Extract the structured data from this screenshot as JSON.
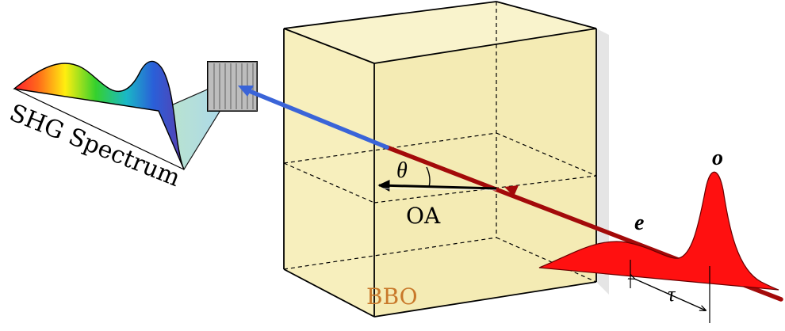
{
  "labels": {
    "spectrum": "SHG Spectrum",
    "theta": "θ",
    "optic_axis": "OA",
    "crystal": "BBO",
    "ordinary_pulse": "o",
    "extraordinary_pulse": "e",
    "delay": "τ"
  },
  "colors": {
    "crystal_fill": "#f7efbd",
    "crystal_side": "#eee3a8",
    "crystal_edge": "#000000",
    "red_beam": "#a30a0a",
    "blue_beam": "#3a64d8",
    "pulse_fill": "#ff1010",
    "crystal_label": "#c8782a"
  }
}
